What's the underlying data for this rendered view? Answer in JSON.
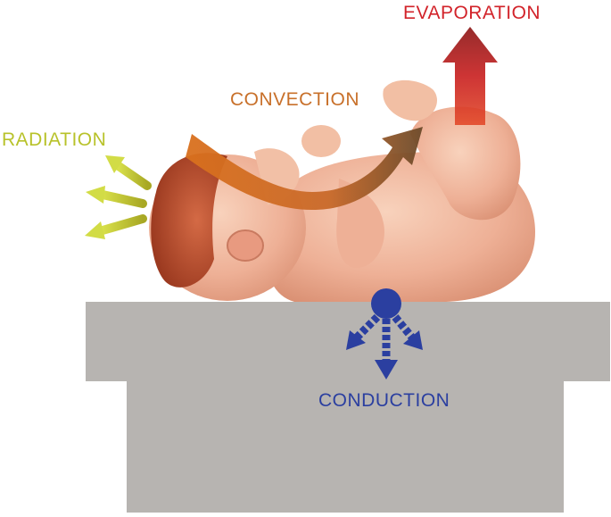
{
  "labels": {
    "evaporation": "EVAPORATION",
    "convection": "CONVECTION",
    "radiation": "RADIATION",
    "conduction": "CONDUCTION"
  },
  "colors": {
    "evaporation": "#d2232a",
    "convection": "#c8702a",
    "radiation": "#b8c22a",
    "conduction": "#2b3fa0",
    "surface": "#b7b4b1",
    "skin": "#f0b89a",
    "hair": "#b04a2a"
  }
}
